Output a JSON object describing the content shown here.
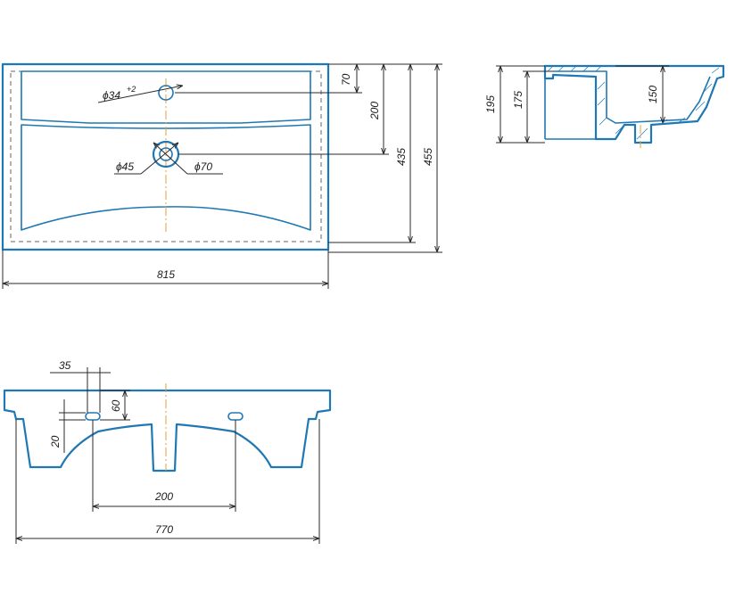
{
  "plan_view": {
    "dims": {
      "tap_hole": "ϕ34",
      "tap_hole_tol": "+2",
      "drain_inner": "ϕ45",
      "drain_outer": "ϕ70",
      "depth_top": "70",
      "depth_200": "200",
      "depth_435": "435",
      "depth_455": "455",
      "width_815": "815"
    }
  },
  "side_view": {
    "dims": {
      "height_195": "195",
      "height_175": "175",
      "height_150": "150"
    }
  },
  "rear_view": {
    "dims": {
      "offset_35": "35",
      "hole_60": "60",
      "hole_20": "20",
      "spacing_200": "200",
      "width_770": "770"
    }
  },
  "colors": {
    "outline": "#1f78b4",
    "axis": "#e3a23a",
    "dimension": "#2a2a2a"
  }
}
